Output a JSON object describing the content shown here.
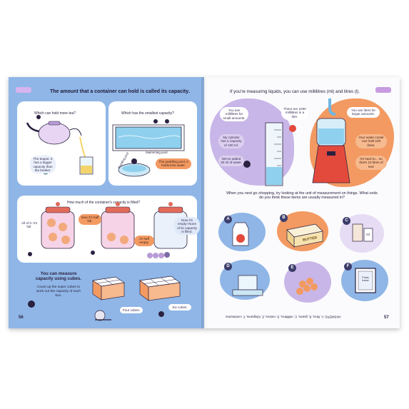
{
  "left_page": {
    "title_prefix": "The amount that a container can hold is called its ",
    "title_emphasis": "capacity",
    "title_suffix": ".",
    "panel1": {
      "question": "Which can hold more tea?",
      "teapot_note": "The teapot. It has a bigger capacity than the beaker."
    },
    "panel2": {
      "question": "Which has the smallest capacity?",
      "pool_label": "Swimming pool",
      "pond_label": "Paddling pool",
      "answer": "The paddling pool, it holds less water."
    },
    "panel3": {
      "question": "How much of the container's capacity is filled?",
      "jar1": "All of it. It's full.",
      "jar2": "Now it's half full.",
      "jar3_a": "Now it's empty! None of its capacity is filled.",
      "jar3_b": "Or half empty."
    },
    "cubes": {
      "heading": "You can measure capacity using cubes.",
      "instruction": "Count up the super cubes to work out the capacity of each box.",
      "box1": "Four cubes.",
      "box2": "Six cubes."
    },
    "page_number": "56"
  },
  "right_page": {
    "title": "If you're measuring liquids, you can use millilitres (ml) and litres (l).",
    "bubble_ml": "You use millilitres for small amounts.",
    "bubble_1000": "There are 1000 millilitres in a litre.",
    "bubble_litres": "You use litres for larger amounts.",
    "bubble_cylinder": "My cylinder has a capacity of 100 ml.",
    "bubble_poured": "We've added 30 ml of water.",
    "bubble_cooler": "Your water cooler can hold 100 litres.",
    "bubble_tea": "It's hard to... so that's 10 litres of tea!",
    "question": "When you next go shopping, try looking at the unit of measurement on things. What units do you think these items are usually measured in?",
    "item_labels": [
      "A",
      "B",
      "C",
      "D",
      "E",
      "F"
    ],
    "butter_label": "BUTTER",
    "item_c_label": "ml",
    "frame_label": "Photo frame",
    "answers_upside_down": "ANSWERS: A. litres, B. grams, C. millilitres, D. metres, E. kilograms, F. centimetres",
    "page_number": "57"
  },
  "colors": {
    "left_bg": "#8fb6e6",
    "orange": "#f39a62",
    "lavender": "#c9b6e8",
    "navy": "#2b2140"
  }
}
